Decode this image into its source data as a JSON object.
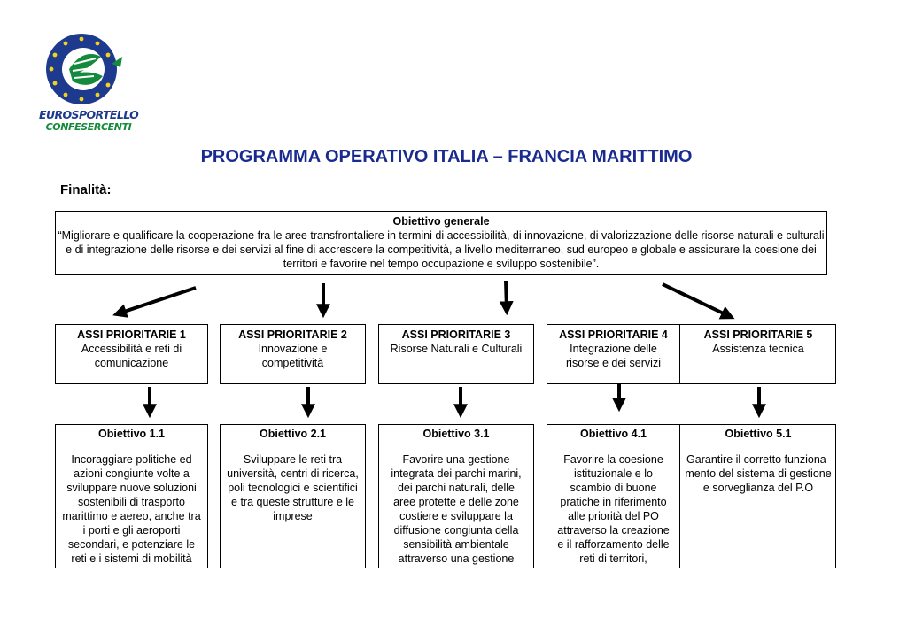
{
  "logo": {
    "line1": "EUROSPORTELLO",
    "line2": "CONFESERCENTI",
    "colors": {
      "blue": "#1e3a8f",
      "green": "#138a3c",
      "star": "#f2d21b"
    }
  },
  "title": "PROGRAMMA OPERATIVO ITALIA – FRANCIA MARITTIMO",
  "subtitle": "Finalità:",
  "general": {
    "heading": "Obiettivo generale",
    "text": "“Migliorare e qualificare la cooperazione fra le aree transfrontaliere in termini di accessibilità, di innovazione, di valorizzazione delle risorse naturali e culturali e di integrazione delle risorse e dei servizi al fine di accrescere la competitività, a livello mediterraneo, sud europeo e globale e assicurare la coesione dei territori e favorire nel tempo occupazione e sviluppo sostenibile”."
  },
  "axes": [
    {
      "heading": "ASSI PRIORITARIE 1",
      "text": "Accessibilità e reti di comunicazione"
    },
    {
      "heading": "ASSI PRIORITARIE 2",
      "text": "Innovazione e competitività"
    },
    {
      "heading": "ASSI PRIORITARIE 3",
      "text": "Risorse Naturali e Culturali"
    },
    {
      "heading": "ASSI PRIORITARIE 4",
      "text": "Integrazione delle risorse e dei servizi"
    },
    {
      "heading": "ASSI PRIORITARIE 5",
      "text": "Assistenza tecnica"
    }
  ],
  "objectives": [
    {
      "heading": "Obiettivo 1.1",
      "text": "Incoraggiare politiche ed azioni congiunte volte a sviluppare nuove soluzioni sostenibili di trasporto marittimo e aereo, anche tra i porti e gli aeroporti secondari, e potenziare le reti e i sistemi di mobilità"
    },
    {
      "heading": "Obiettivo 2.1",
      "text": "Sviluppare le reti tra università, centri di ricerca, poli tecnologici e scientifici e tra queste strutture e le imprese"
    },
    {
      "heading": "Obiettivo 3.1",
      "text": "Favorire una gestione integrata dei parchi marini, dei parchi naturali, delle aree protette e delle zone costiere e sviluppare la diffusione congiunta della sensibilità ambientale attraverso una gestione"
    },
    {
      "heading": "Obiettivo 4.1",
      "text": "Favorire la coesione istituzionale e lo scambio di buone pratiche in riferimento alle priorità del PO attraverso la creazione e il rafforzamento delle reti di territori,"
    },
    {
      "heading": "Obiettivo 5.1",
      "text": "Garantire il corretto funziona-mento del sistema di gestione e sorveglianza del P.O"
    }
  ]
}
